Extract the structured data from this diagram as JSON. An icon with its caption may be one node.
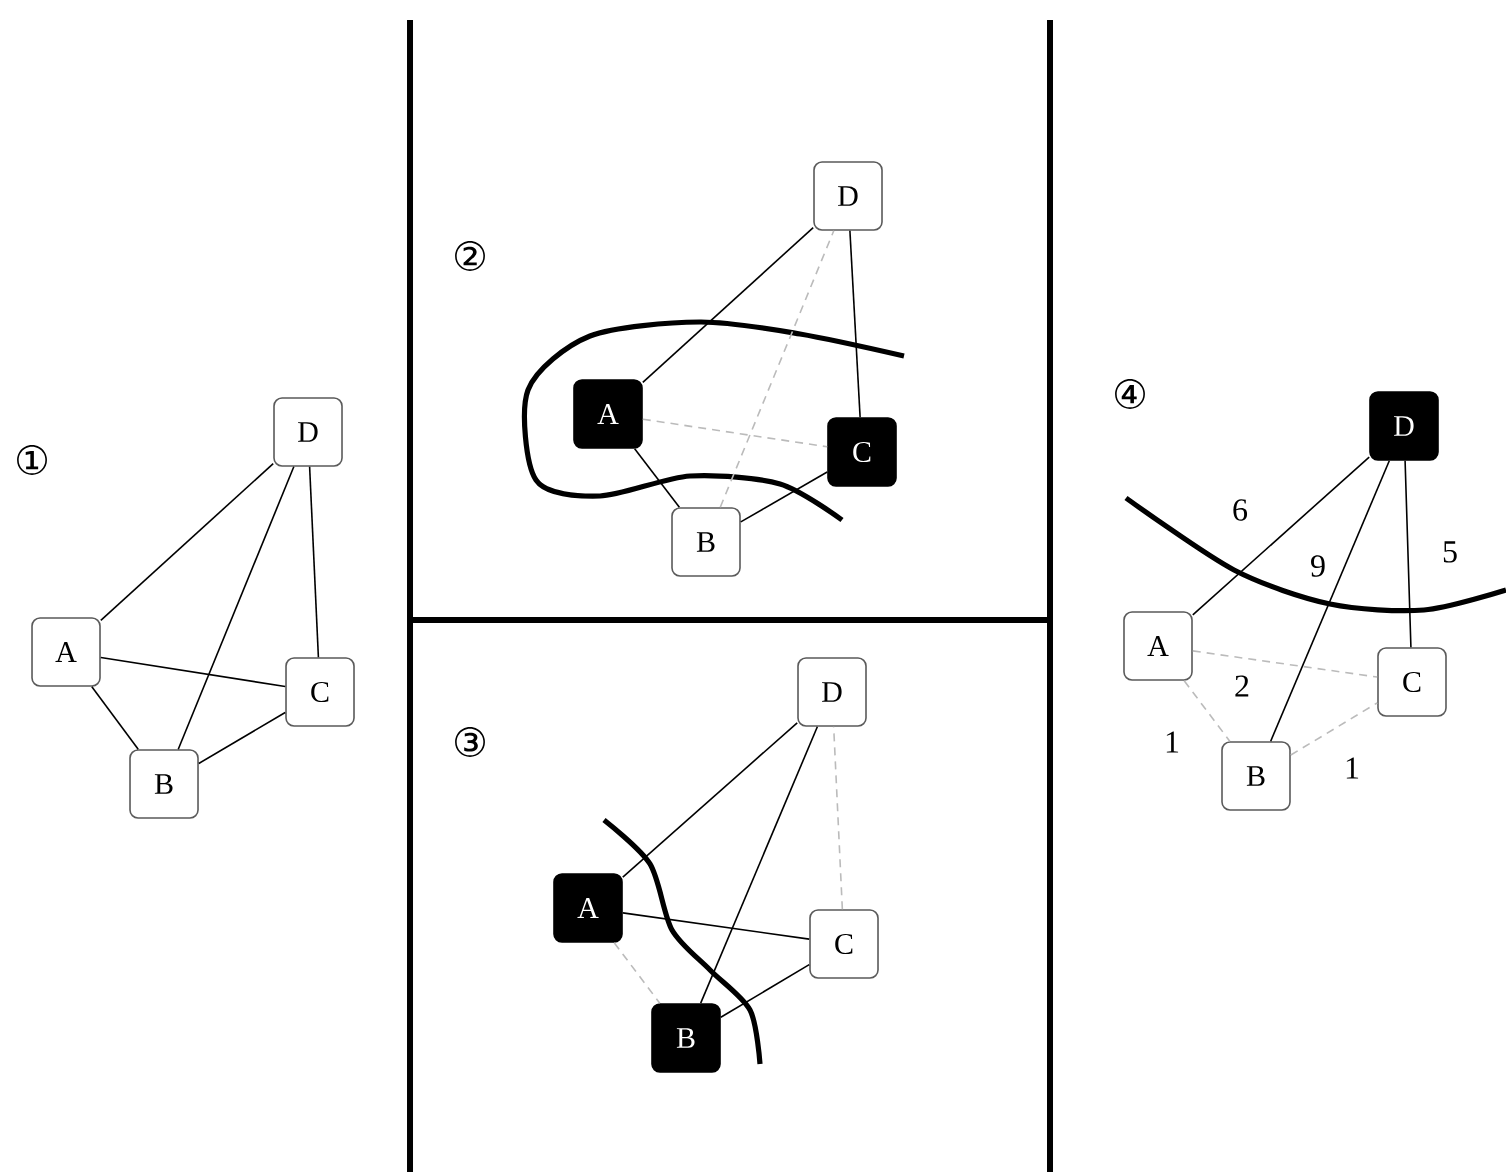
{
  "diagram": {
    "nodes": [
      {
        "text": [
          "D"
        ]
      },
      {
        "text": [
          "A"
        ]
      },
      {
        "text": [
          "C"
        ]
      },
      {
        "text": [
          "B"
        ]
      },
      {
        "text": [
          "D"
        ]
      },
      {
        "text": [
          "A"
        ]
      },
      {
        "text": [
          "C"
        ]
      },
      {
        "text": [
          "B"
        ]
      },
      {
        "text": [
          "D"
        ]
      },
      {
        "text": [
          "A"
        ]
      },
      {
        "text": [
          "C"
        ]
      },
      {
        "text": [
          "B"
        ]
      },
      {
        "text": [
          "D"
        ]
      },
      {
        "text": [
          "A"
        ]
      },
      {
        "text": [
          "C"
        ]
      },
      {
        "text": [
          "B"
        ]
      }
    ],
    "edges": [
      {
        "from": 1,
        "to": 0,
        "arrow": "none"
      },
      {
        "from": 3,
        "to": 0,
        "arrow": "none"
      },
      {
        "from": 2,
        "to": 0,
        "arrow": "none"
      },
      {
        "from": 1,
        "to": 2,
        "arrow": "none"
      },
      {
        "from": 1,
        "to": 3,
        "arrow": "none"
      },
      {
        "from": 3,
        "to": 2,
        "arrow": "none"
      },
      {
        "from": 5,
        "to": 4,
        "arrow": "none"
      },
      {
        "from": 7,
        "to": 4,
        "arrow": "none",
        "style": "dashed",
        "color": "#bbbbbb"
      },
      {
        "from": 6,
        "to": 4,
        "arrow": "none"
      },
      {
        "from": 5,
        "to": 6,
        "arrow": "none",
        "style": "dashed",
        "color": "#bbbbbb"
      },
      {
        "from": 5,
        "to": 7,
        "arrow": "none"
      },
      {
        "from": 7,
        "to": 6,
        "arrow": "none"
      },
      {
        "from": 9,
        "to": 8,
        "arrow": "none"
      },
      {
        "from": 11,
        "to": 8,
        "arrow": "none"
      },
      {
        "from": 10,
        "to": 8,
        "arrow": "none",
        "style": "dashed",
        "color": "#bbbbbb"
      },
      {
        "from": 9,
        "to": 10,
        "arrow": "none"
      },
      {
        "from": 9,
        "to": 11,
        "arrow": "none",
        "style": "dashed",
        "color": "#bbbbbb"
      },
      {
        "from": 11,
        "to": 10,
        "arrow": "none"
      },
      {
        "from": 13,
        "to": 12,
        "arrow": "none",
        "label": "6"
      },
      {
        "from": 15,
        "to": 12,
        "arrow": "none",
        "label": "9"
      },
      {
        "from": 14,
        "to": 12,
        "arrow": "none",
        "label": "5"
      },
      {
        "from": 13,
        "to": 14,
        "arrow": "none",
        "label": "2",
        "style": "dashed",
        "color": "#bbbbbb"
      },
      {
        "from": 13,
        "to": 15,
        "arrow": "none",
        "label": "1",
        "style": "dashed",
        "color": "#bbbbbb"
      },
      {
        "from": 15,
        "to": 14,
        "arrow": "none",
        "label": "1",
        "style": "dashed",
        "color": "#bbbbbb"
      }
    ],
    "labels": [
      "①",
      "②",
      "③",
      "④"
    ]
  }
}
